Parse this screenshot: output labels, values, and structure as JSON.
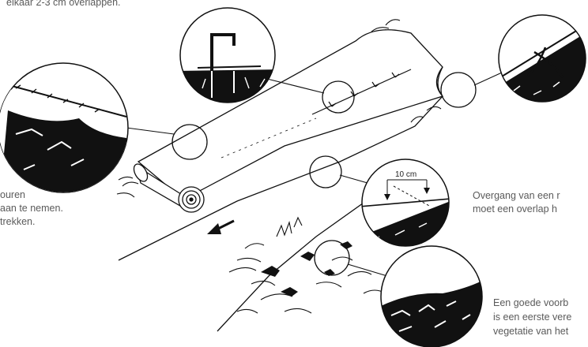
{
  "captions": {
    "top_left": "elkaar 2-3 cm overlappen.",
    "left": [
      "ouren",
      "aan te nemen.",
      "trekken."
    ],
    "right_middle": [
      "Overgang van een r",
      "moet een overlap h"
    ],
    "right_bottom": [
      "Een goede voorb",
      "is een eerste vere",
      "vegetatie van het"
    ]
  },
  "detail_callouts": {
    "overlap_dimension": "10 cm"
  }
}
